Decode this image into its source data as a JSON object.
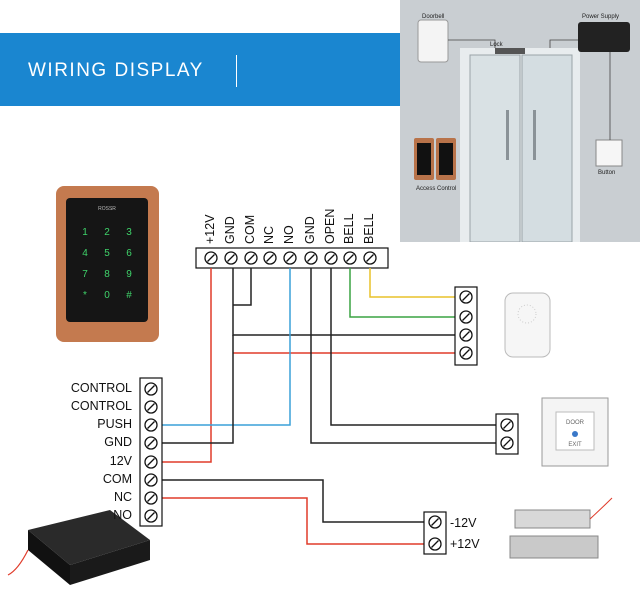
{
  "header": {
    "title": "WIRING DISPLAY"
  },
  "photo": {
    "doorbell": "Doorbell",
    "power_supply": "Power Supply",
    "lock": "Lock",
    "access_control": "Access Control",
    "button": "Button"
  },
  "top_terminals": [
    "+12V",
    "GND",
    "COM",
    "NC",
    "NO",
    "GND",
    "OPEN",
    "BELL",
    "BELL"
  ],
  "power_terminals": [
    "CONTROL",
    "CONTROL",
    "PUSH",
    "GND",
    "12V",
    "COM",
    "NC",
    "NO"
  ],
  "lock_terminals": [
    "-12V",
    "+12V"
  ],
  "keypad_brand": "ROSSR",
  "exit_button": {
    "line1": "DOOR",
    "line2": "EXIT"
  },
  "colors": {
    "banner": "#1a86d0",
    "red": "#e03b2a",
    "blue": "#3aa0d8",
    "green": "#3aa342",
    "yellow": "#e8c22a",
    "black": "#222222"
  }
}
